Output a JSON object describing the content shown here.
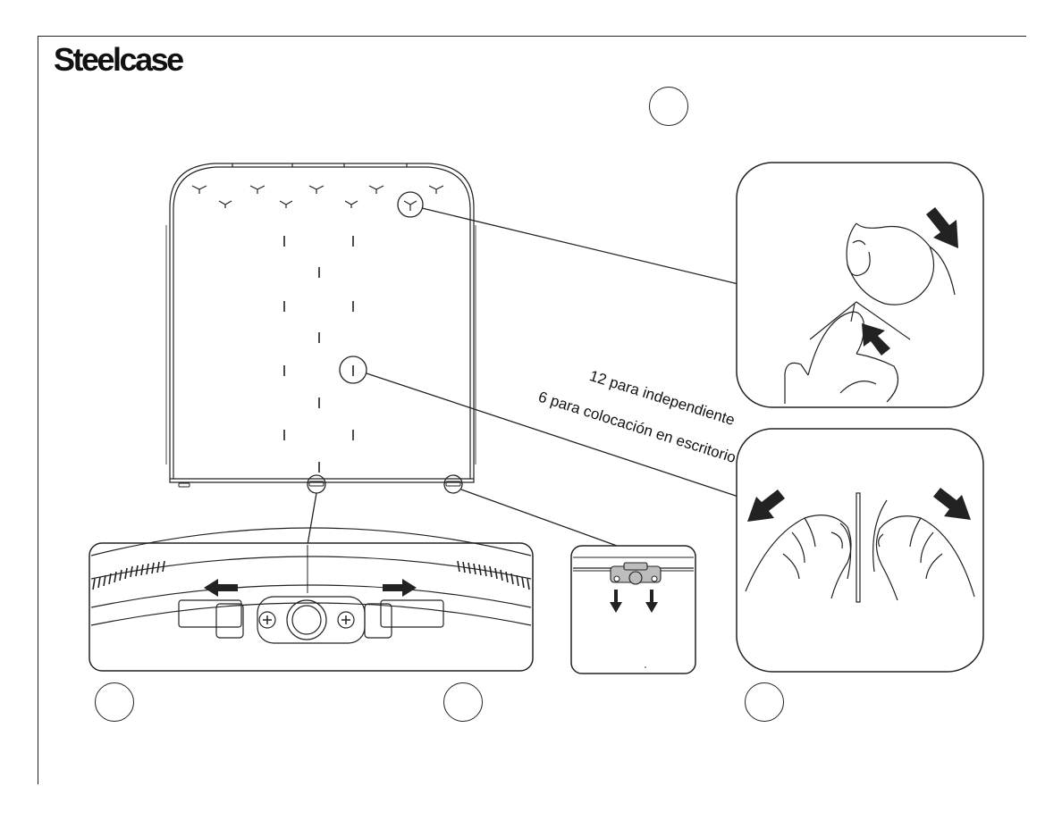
{
  "header": {
    "brand": "Steelcase"
  },
  "step_markers": [
    {
      "id": "main-step",
      "label": ""
    },
    {
      "id": "step-a",
      "label": ""
    },
    {
      "id": "step-b",
      "label": ""
    },
    {
      "id": "step-c",
      "label": ""
    }
  ],
  "callout": {
    "line_1": "12 para independiente",
    "line_2": "6 para colocación en escritorio"
  },
  "icons": [
    "arrow-left-icon",
    "arrow-right-icon",
    "arrow-down-icon",
    "hand-icon",
    "screw-icon"
  ]
}
